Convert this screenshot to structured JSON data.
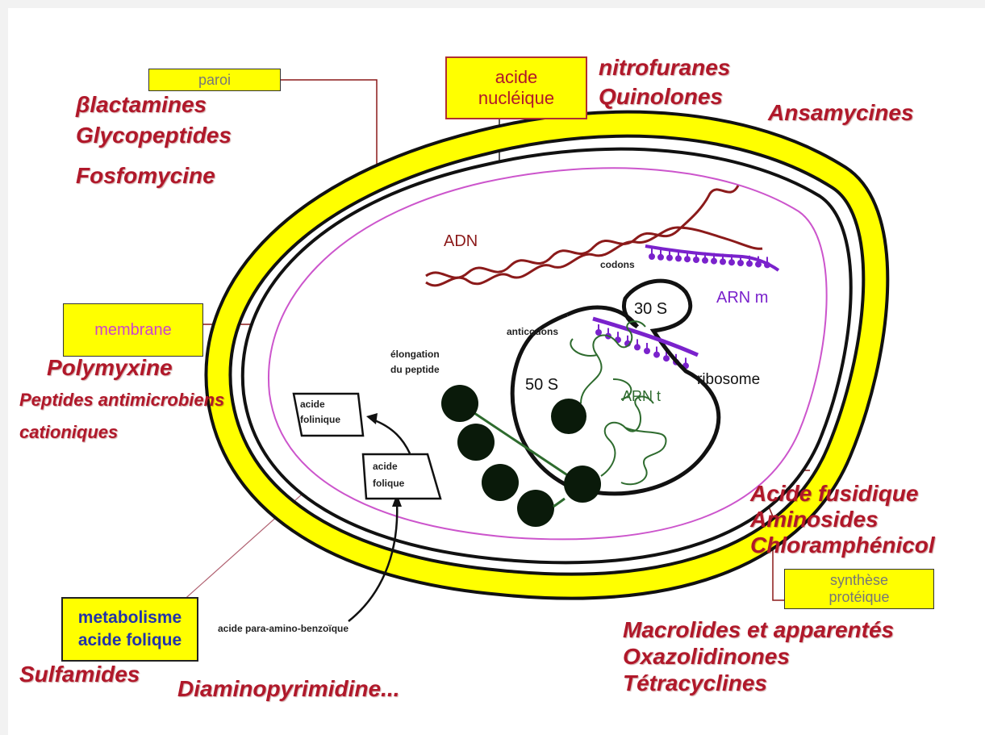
{
  "labels": {
    "paroi": "paroi",
    "acide_nucleique_1": "acide",
    "acide_nucleique_2": "nucléique",
    "membrane": "membrane",
    "metabolisme_1": "metabolisme",
    "metabolisme_2": "acide folique",
    "synthese_1": "synthèse",
    "synthese_2": "protéique",
    "adn": "ADN",
    "codons": "codons",
    "arn_m": "ARN m",
    "s30": "30 S",
    "s50": "50 S",
    "anticodons": "anticodons",
    "arn_t": "ARN t",
    "ribosome": "ribosome",
    "elongation_1": "élongation",
    "elongation_2": "du peptide",
    "acide_folinique_1": "acide",
    "acide_folinique_2": "folinique",
    "acide_folique_1": "acide",
    "acide_folique_2": "folique",
    "paba": "acide para-amino-benzoïque"
  },
  "drugs": {
    "paroi": [
      "βlactamines",
      "Glycopeptides",
      "Fosfomycine"
    ],
    "acide_nucleique": [
      "nitrofuranes",
      "Quinolones"
    ],
    "ansamycines": "Ansamycines",
    "membrane": [
      "Polymyxine",
      "Peptides antimicrobiens",
      "cationiques"
    ],
    "synthese_ribosome": [
      "Acide fusidique",
      "Aminosides",
      "Chloramphénicol"
    ],
    "synthese_proteique": [
      "Macrolides et apparentés",
      "Oxazolidinones",
      "Tétracyclines"
    ],
    "metabolisme": [
      "Sulfamides",
      "Diaminopyrimidine..."
    ]
  },
  "colors": {
    "drug_text": "#b0182a",
    "label_box": "#ffff00",
    "cell_wall": "#ffff00",
    "membrane": "#cc55cc",
    "adn": "#8b1a1a",
    "arn_m": "#7a22cc",
    "arn_t": "#2e6b2e",
    "peptide": "#0a1a0a"
  }
}
